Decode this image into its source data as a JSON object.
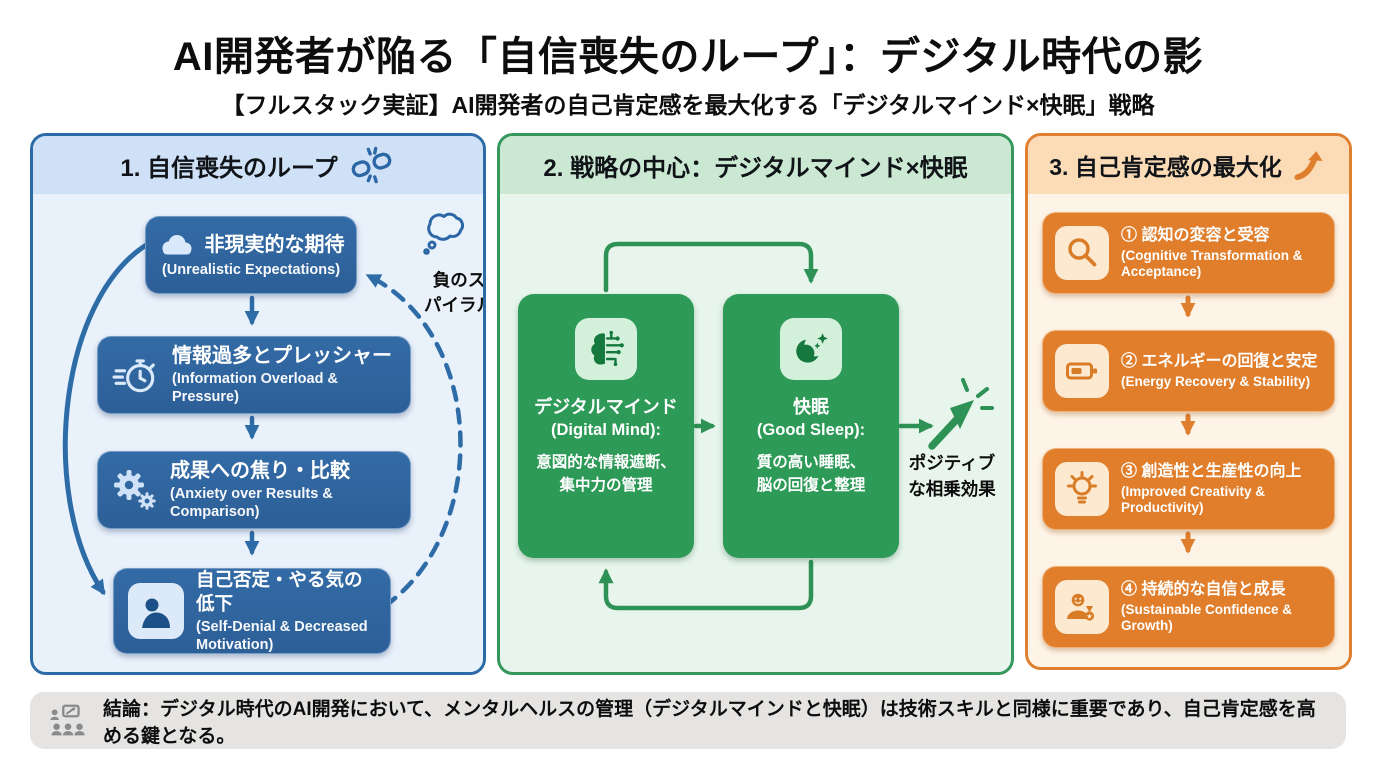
{
  "page": {
    "title": "AI開発者が陥る「自信喪失のループ」：デジタル時代の影",
    "subtitle": "【フルスタック実証】AI開発者の自己肯定感を最大化する「デジタルマインド×快眠」戦略"
  },
  "colors": {
    "blue": "#2e6ca8",
    "blue_box": "#30669f",
    "green": "#2e9a57",
    "orange": "#e07e2b",
    "footer_gray": "#e5e4e2"
  },
  "panel1": {
    "title": "1. 自信喪失のループ",
    "title_icon": "broken-chain-icon",
    "spiral_icon": "thought-bubble-icon",
    "spiral_lines": [
      "負のス",
      "パイラル"
    ],
    "steps": [
      {
        "icon": "cloud-icon",
        "jp": "非現実的な期待",
        "en": "(Unrealistic Expectations)"
      },
      {
        "icon": "stopwatch-icon",
        "jp": "情報過多とプレッシャー",
        "en": "(Information Overload & Pressure)"
      },
      {
        "icon": "gears-icon",
        "jp": "成果への焦り・比較",
        "en": "(Anxiety over Results & Comparison)"
      },
      {
        "icon": "person-down-icon",
        "jp": "自己否定・やる気の低下",
        "en": "(Self-Denial & Decreased Motivation)"
      }
    ]
  },
  "panel2": {
    "title": "2. 戦略の中心：デジタルマインド×快眠",
    "cards": [
      {
        "icon": "brain-circuit-icon",
        "jp": "デジタルマインド",
        "en": "(Digital Mind):",
        "desc_lines": [
          "意図的な情報遮断、",
          "集中力の管理"
        ]
      },
      {
        "icon": "moon-stars-icon",
        "jp": "快眠",
        "en": "(Good Sleep):",
        "desc_lines": [
          "質の高い睡眠、",
          "脳の回復と整理"
        ]
      }
    ],
    "synergy_icon": "sparkle-arrow-icon",
    "synergy_lines": [
      "ポジティブ",
      "な相乗効果"
    ]
  },
  "panel3": {
    "title": "3. 自己肯定感の最大化",
    "title_icon": "trend-up-arrow-icon",
    "steps": [
      {
        "icon": "magnifier-icon",
        "jp": "① 認知の変容と受容",
        "en": "(Cognitive Transformation & Acceptance)"
      },
      {
        "icon": "battery-icon",
        "jp": "② エネルギーの回復と安定",
        "en": "(Energy Recovery & Stability)"
      },
      {
        "icon": "bulb-icon",
        "jp": "③ 創造性と生産性の向上",
        "en": "(Improved Creativity & Productivity)"
      },
      {
        "icon": "medal-person-icon",
        "jp": "④ 持続的な自信と成長",
        "en": "(Sustainable Confidence & Growth)"
      }
    ]
  },
  "footer": {
    "icon": "people-presentation-icon",
    "text": "結論：デジタル時代のAI開発において、メンタルヘルスの管理（デジタルマインドと快眠）は技術スキルと同様に重要であり、自己肯定感を高める鍵となる。"
  }
}
